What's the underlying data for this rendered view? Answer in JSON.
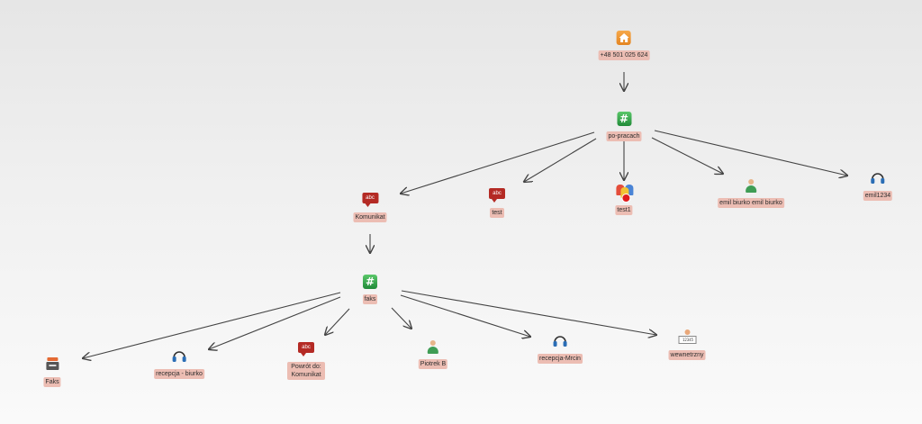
{
  "diagram": {
    "root": {
      "label": "+48 501 025 624",
      "icon": "home-icon"
    },
    "ivr1": {
      "label": "po-pracach",
      "icon": "hash-icon"
    },
    "komunikat": {
      "label": "Komunikat",
      "icon": "message-icon",
      "icon_text": "abc"
    },
    "test": {
      "label": "test",
      "icon": "message-icon",
      "icon_text": "abc"
    },
    "test1": {
      "label": "test1",
      "icon": "queue-icon"
    },
    "emil_biurko": {
      "label": "emil  biurko emil  biurko",
      "icon": "user-icon"
    },
    "emil1234": {
      "label": "emil1234",
      "icon": "headset-icon"
    },
    "ivr2": {
      "label": "faks",
      "icon": "hash-icon"
    },
    "faks": {
      "label": "Faks",
      "icon": "fax-icon"
    },
    "recepcja_biurko": {
      "label": "recepcja - biurko",
      "icon": "headset-icon"
    },
    "powrot": {
      "label": "Powrót do: Komunikat",
      "icon": "message-icon",
      "icon_text": "abc"
    },
    "piotrek": {
      "label": "Piotrek B",
      "icon": "user-icon"
    },
    "recepcja_mrcin": {
      "label": "recepcja-Mrcin",
      "icon": "headset-icon"
    },
    "wewnetrzny": {
      "label": "wewnetrzny",
      "icon": "extension-icon",
      "icon_text": "12345"
    }
  },
  "colors": {
    "label_bg": "#ecbdb3",
    "arrow": "#444444",
    "home": "#ee9430",
    "hash": "#3aa84e",
    "message": "#b42a24",
    "user": "#3f9d55"
  }
}
